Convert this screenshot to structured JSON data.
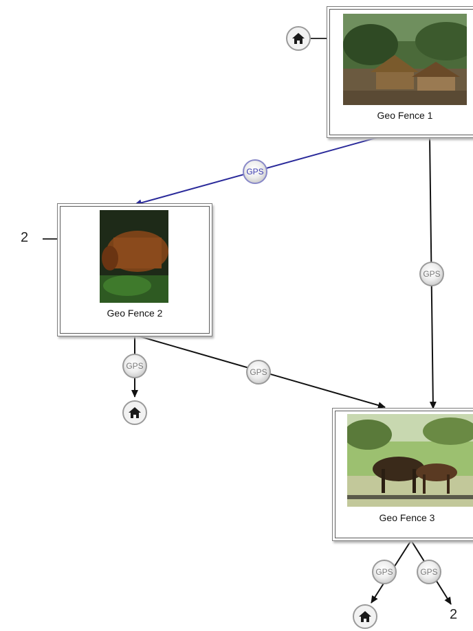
{
  "nodes": [
    {
      "label": "Geo Fence 1"
    },
    {
      "label": "Geo Fence 2"
    },
    {
      "label": "Geo Fence 3"
    }
  ],
  "edge_label": "GPS",
  "ref_label": "2",
  "icons": {
    "home": "home-icon"
  },
  "colors": {
    "active_edge": "#2a2a9a",
    "edge": "#1a1a1a",
    "gps_text": "#7a7a7a",
    "gps_active_text": "#3b3bb0"
  }
}
